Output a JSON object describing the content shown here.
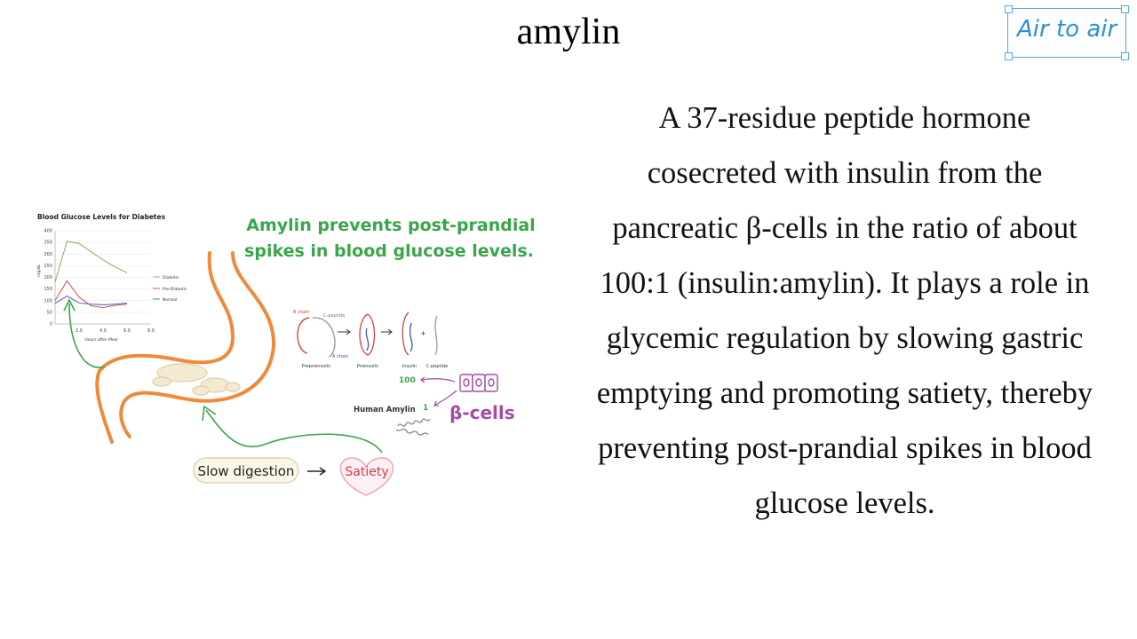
{
  "title": "amylin",
  "logo": {
    "text": "Air to air"
  },
  "description": "A 37-residue peptide hormone cosecreted with insulin from the pancreatic β-cells in the ratio of about 100:1 (insulin:amylin). It plays a role in glycemic regulation by slowing gastric emptying and promoting satiety, thereby preventing post-prandial spikes in blood glucose levels.",
  "figure": {
    "headline_line1": "Amylin prevents post-prandial",
    "headline_line2": "spikes in blood glucose levels.",
    "chart": {
      "title": "Blood Glucose Levels for Diabetes",
      "ylabel": "mg/dL",
      "xlabel": "Hours after Meal",
      "y_ticks": [
        "400",
        "350",
        "300",
        "250",
        "200",
        "150",
        "100",
        "50",
        "0"
      ],
      "x_ticks": [
        "2.0",
        "4.0",
        "6.0",
        "8.0"
      ],
      "legend": [
        "Diabetic",
        "Pre-Diabetic",
        "Normal"
      ]
    },
    "chart_data": {
      "type": "line",
      "title": "Blood Glucose Levels for Diabetes",
      "xlabel": "Hours after Meal",
      "ylabel": "mg/dL",
      "xlim": [
        0,
        8
      ],
      "ylim": [
        0,
        400
      ],
      "x": [
        0,
        1,
        2,
        3,
        4,
        5,
        6
      ],
      "series": [
        {
          "name": "Diabetic",
          "values": [
            180,
            355,
            345,
            310,
            275,
            245,
            220
          ]
        },
        {
          "name": "Pre-Diabetic",
          "values": [
            100,
            185,
            115,
            78,
            70,
            80,
            85
          ]
        },
        {
          "name": "Normal",
          "values": [
            88,
            120,
            90,
            85,
            82,
            85,
            90
          ]
        }
      ],
      "grid": true,
      "legend_position": "right"
    },
    "insulin_labels": {
      "b_chain": "B chain",
      "c_peptide": "C-peptide",
      "a_chain": "A chain",
      "preproinsulin": "Preproinsulin",
      "proinsulin": "Proinsulin",
      "insulin": "Insulin",
      "c_peptide_product": "C-peptide"
    },
    "ratio_insulin": "100",
    "ratio_amylin": "1",
    "human_amylin": "Human Amylin",
    "beta_cells": "β-cells",
    "slow_digestion": "Slow digestion",
    "satiety": "Satiety",
    "colors": {
      "headline": "#3aa54a",
      "stomach": "#ef8a3a",
      "beta": "#a64aa6",
      "arrow": "#3aa54a",
      "diabetic": "#8db56a",
      "prediabetic": "#d05a5a",
      "normal": "#5a6fc0"
    }
  }
}
